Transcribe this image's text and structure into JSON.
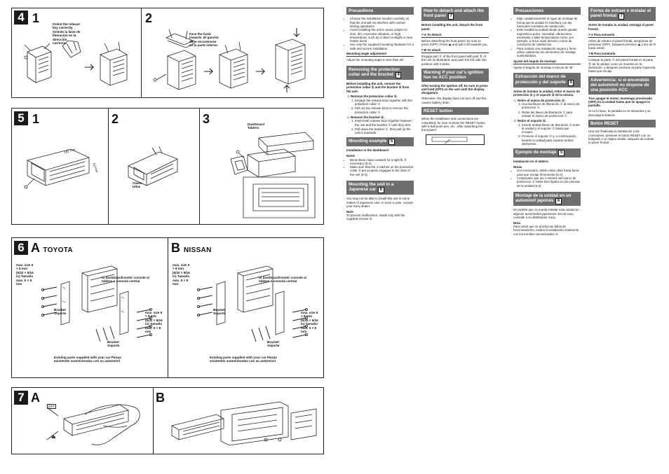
{
  "sections": {
    "s4": {
      "badge": "4",
      "step1": "1",
      "step2": "2",
      "step1_note": "Orient the release key correctly. Oriente la llave de liberación en la dirección correcta.",
      "step2_note": "Face the hook inwards. El gancho debe encontrarse en la parte interior."
    },
    "s5": {
      "badge": "5",
      "step1": "1",
      "step2": "2",
      "step3": "3",
      "dim1": "182 mm",
      "dim2": "53 mm",
      "claws": "Claws Uñas",
      "dashboard": "Dashboard Tablero"
    },
    "s6": {
      "badge": "6",
      "a_letter": "A",
      "a_name": "TOYOTA",
      "b_letter": "B",
      "b_name": "NISSAN",
      "max_size": "max. size 5 × 8 mm (5/32 × 5/16 in) Tamaño máx. 5 × 8 mm",
      "dash_console": "to dashboard/center console al tablero o consola central",
      "bracket": "Bracket Soporte",
      "existing_parts": "Existing parts supplied with your car Piezas existentes suministradas con su automóvil"
    },
    "s7": {
      "badge": "7",
      "a_letter": "A",
      "b_letter": "B",
      "off_label": "OFF"
    }
  },
  "english": {
    "precautions": {
      "title": "Precautions",
      "items": [
        "Choose the installation location carefully so that the unit will not interfere with normal driving operations.",
        "Avoid installing the unit in areas subject to dust, dirt, excessive vibration, or high temperature, such as in direct sunlight or near heater ducts.",
        "Use only the supplied mounting hardware for a safe and secure installation."
      ],
      "mount_angle_title": "Mounting angle adjustment",
      "mount_angle_text": "Adjust the mounting angle to less than 45°."
    },
    "removing": {
      "title": "Removing the protection collar and the bracket",
      "num": "4",
      "intro": "Before installing the unit, remove the protection collar ① and the bracket ② from the unit.",
      "step1_title": "Remove the protection collar ①.",
      "step1_items": [
        "Engage the release keys together with the protection collar ①.",
        "Pull out the release keys to remove the protection collar ①."
      ],
      "step2_title": "Remove the bracket ②.",
      "step2_items": [
        "Insert both release keys together between the unit and the bracket ② until they click.",
        "Pull down the bracket ②, then pull up the unit to separate."
      ]
    },
    "mounting_example": {
      "title": "Mounting example",
      "num": "5",
      "sub": "Installation in the dashboard",
      "notes_title": "Notes",
      "notes": [
        "Bend these claws outward for a tight fit, if necessary (5-2).",
        "Make sure that the 4 catches on the protection collar ③ are properly engaged in the slots of the unit (5-3)."
      ]
    },
    "japanese_car": {
      "title": "Mounting the unit in a Japanese car",
      "num": "6",
      "text": "You may not be able to install this unit in some makes of Japanese cars. In such a case, consult your Sony dealer.",
      "note_title": "Note",
      "note": "To prevent malfunction, install only with the supplied screws ⑥."
    },
    "detach": {
      "title": "How to detach and attach the front panel",
      "num": "7",
      "intro": "Before installing the unit, detach the front panel.",
      "a_title": "7-A To detach",
      "a_text": "Before detaching the front panel, be sure to press (OFF). Press ⏏ and pull it off towards you.",
      "b_title": "7-B To attach",
      "b_text": "Engage part Ⓐ of the front panel with part Ⓑ of the unit as illustrated, and push the left side into position until it clicks."
    },
    "warning": {
      "title": "Warning if your car's ignition has no ACC position",
      "text": "After turning the ignition off, be sure to press and hold (OFF) on the unit until the display disappears.",
      "text2": "Otherwise, the display does not turn off and this causes battery drain."
    },
    "reset": {
      "title": "RESET button",
      "text": "When the installation and connections are completed, be sure to press the RESET button with a ball-point pen, etc., after detaching the front panel."
    }
  },
  "spanish": {
    "precauciones": {
      "title": "Precauciones",
      "items": [
        "Elija cuidadosamente el lugar de montaje de forma que la unidad no interfiera con las funciones normales de conducción.",
        "Evite instalar la unidad donde pueda quedar expuesta a polvo, suciedad, vibraciones excesivas o altas temperaturas como, por ejemplo, a la luz solar directa o cerca de conductos de calefacción.",
        "Para realizar una instalación segura y firme, utilice solamente los elementos de montaje suministrados."
      ],
      "angle_title": "Ajuste del ángulo de montaje",
      "angle_text": "Ajuste el ángulo de montaje a menos de 45°."
    },
    "extraccion": {
      "title": "Extracción del marco de protección y del soporte",
      "num": "4",
      "intro": "Antes de instalar la unidad, retire el marco de protección ① y el soporte ② de la misma.",
      "step1_title": "Retire el marco de protección ①.",
      "step1_items": [
        "Una las llaves de liberación ② al marco de protección ①.",
        "Retire las llaves de liberación ② para extraer el marco de protección ①."
      ],
      "step2_title": "Retire el soporte ②.",
      "step2_items": [
        "Inserte ambas llaves de liberación ② entre la unidad y el soporte ② hasta que encajen.",
        "Presione el soporte ② y, a continuación, levante la unidad para separar ambos elementos."
      ]
    },
    "ejemplo": {
      "title": "Ejemplo de montaje",
      "num": "5",
      "sub": "Instalación en el tablero",
      "notes_title": "Notas",
      "notes": [
        "Si es necesario, doble estas uñas hacia fuera para que encaje firmemente (5-2).",
        "Compruebe que los 4 retenes del marco de protección ③ estén bien fijados en las ranuras de la unidad (5-3)."
      ]
    },
    "japones": {
      "title": "Montaje de la unidad en un automóvil japonés",
      "num": "6",
      "text": "Es posible que no pueda instalar esta unidad en algunos automóviles japoneses. En tal caso, consulte a su distribuidor Sony.",
      "note_title": "Nota",
      "note": "Para evitar que se produzcan fallos de funcionamiento, realice la instalación solamente con los tornillos suministrados ⑥."
    },
    "forma": {
      "title": "Forma de extraer e instalar el panel frontal",
      "num": "7",
      "intro": "Antes de instalar la unidad, extraiga el panel frontal.",
      "a_title": "7-A Para extraerlo",
      "a_text": "Antes de extraer el panel frontal, asegúrese de presionar (OFF). Después presione ⏏ y tire de él hacia usted.",
      "b_title": "7-B Para instalarlo",
      "b_text": "Coloque la parte Ⓐ del panel frontal en la parte Ⓑ de la unidad, como se muestra en la ilustración, y después presione la parte izquierda hasta que encaje."
    },
    "advertencia": {
      "title": "Advertencia: si el encendido del automóvil no dispone de una posición ACC",
      "text": "Tras apagar el motor, mantenga presionado (OFF) en la unidad hasta que se apague la pantalla.",
      "text2": "Si no lo hace, la pantalla no se desactiva y se descarga la batería."
    },
    "reset": {
      "title": "Botón RESET",
      "text": "Una vez finalizada la instalación y las conexiones, presione el botón RESET con un bolígrafo o un objeto similar, después de extraer el panel frontal."
    }
  }
}
